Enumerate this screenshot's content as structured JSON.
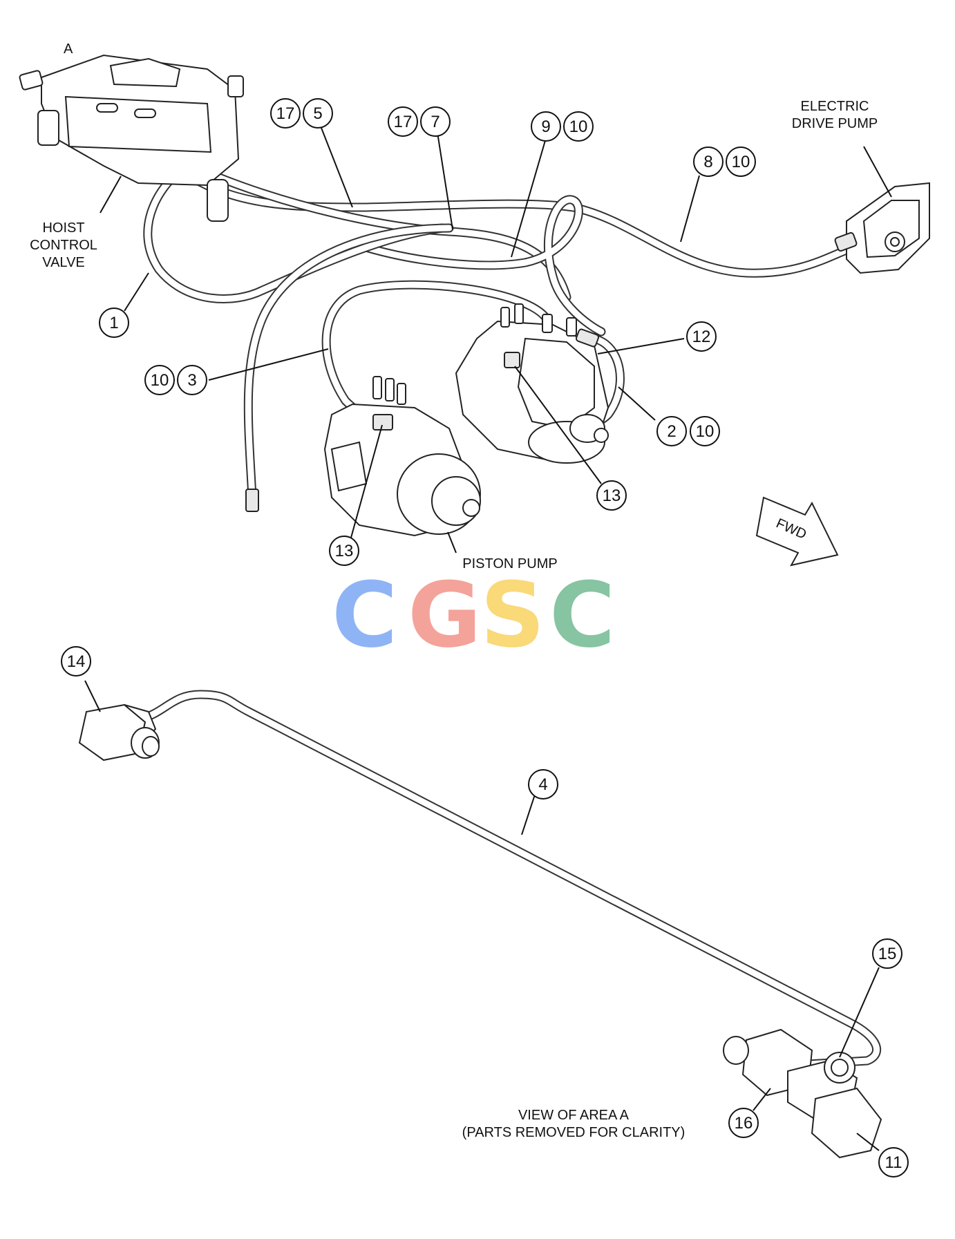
{
  "area_letter": "A",
  "labels": {
    "hoist_control_valve": [
      "HOIST",
      "CONTROL",
      "VALVE"
    ],
    "electric_drive_pump": [
      "ELECTRIC",
      "DRIVE PUMP"
    ],
    "piston_pump": "PISTON PUMP",
    "fwd": "FWD",
    "view_note": [
      "VIEW OF AREA  A",
      "(PARTS REMOVED FOR CLARITY)"
    ]
  },
  "watermark": {
    "letters": [
      "C",
      "G",
      "S",
      "C"
    ],
    "colors": [
      "#8fb4f5",
      "#f4a39a",
      "#f9d978",
      "#86c4a2"
    ]
  },
  "callouts": {
    "c17a": "17",
    "c5": "5",
    "c17b": "17",
    "c7": "7",
    "c9": "9",
    "c10a": "10",
    "c8": "8",
    "c10b": "10",
    "c1": "1",
    "c12": "12",
    "c10c": "10",
    "c3": "3",
    "c2": "2",
    "c10d": "10",
    "c13a": "13",
    "c13b": "13",
    "c14": "14",
    "c4": "4",
    "c15": "15",
    "c16": "16",
    "c11": "11"
  }
}
